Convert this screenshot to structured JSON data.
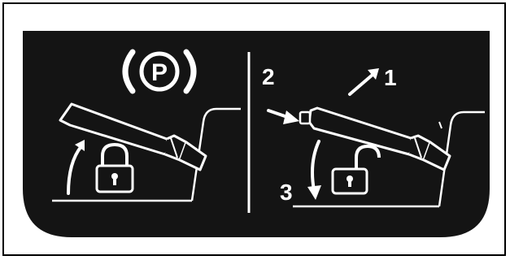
{
  "colors": {
    "plate": "#141414",
    "line": "#ffffff",
    "frame": "#000000",
    "background": "#ffffff"
  },
  "icons": {
    "parking_brake_warning": "parking-brake-warning-icon",
    "locked": "padlock-locked-icon",
    "unlocked": "padlock-unlocked-icon"
  },
  "panels": {
    "left": {
      "symbol_letter": "P",
      "state": "locked"
    },
    "right": {
      "state": "unlocked",
      "steps": [
        {
          "label": "1"
        },
        {
          "label": "2"
        },
        {
          "label": "3"
        }
      ]
    }
  }
}
